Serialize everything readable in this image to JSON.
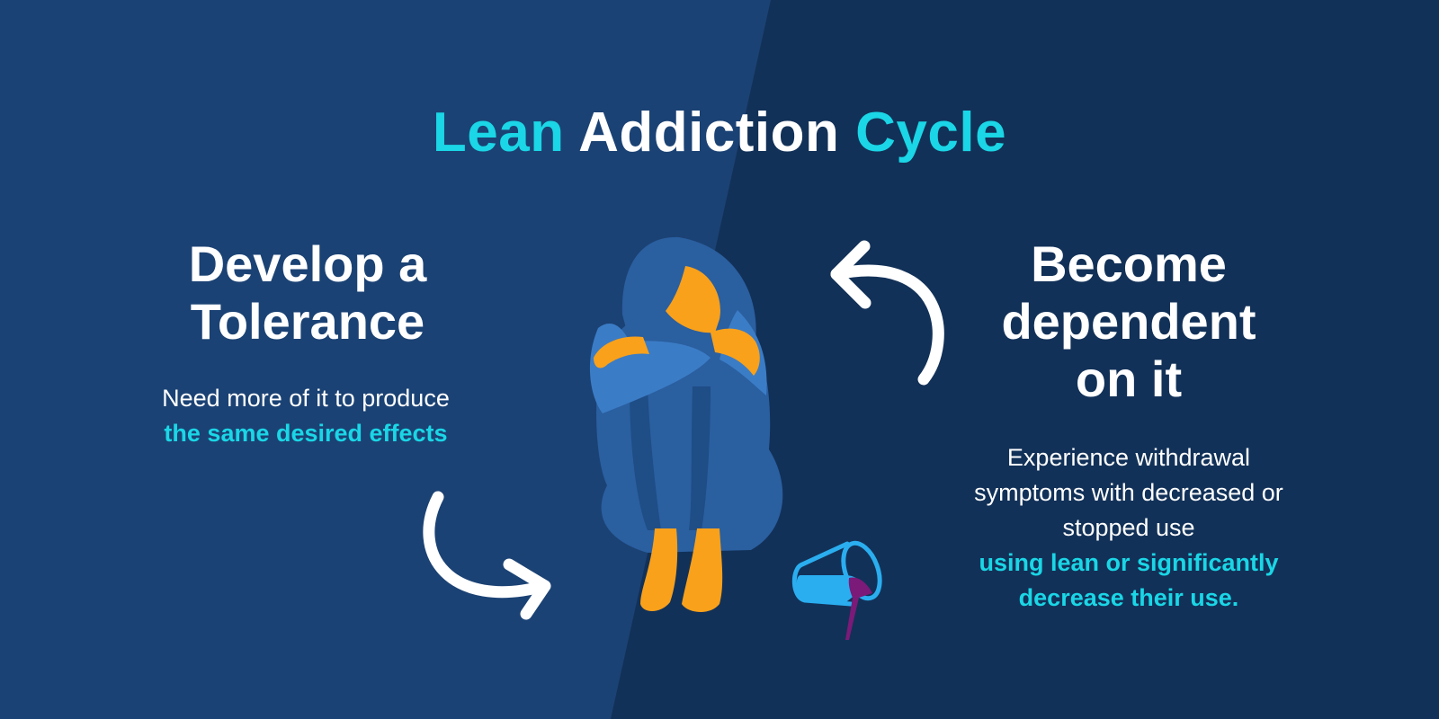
{
  "title": {
    "word1": "Lean",
    "word2": "Addiction",
    "word3": "Cycle"
  },
  "left_block": {
    "heading_line1": "Develop a",
    "heading_line2": "Tolerance",
    "body": "Need more of it to produce",
    "body_accent": "the same desired effects"
  },
  "right_block": {
    "heading_line1": "Become",
    "heading_line2": "dependent",
    "heading_line3": "on it",
    "body_line1": "Experience withdrawal",
    "body_line2": "symptoms with decreased or",
    "body_line3": "stopped use",
    "body_accent_line1": "using lean or significantly",
    "body_accent_line2": "decrease their use."
  },
  "icons": {
    "arrow_left": "curved-arrow-down-right-icon",
    "arrow_right": "curved-arrow-up-left-icon",
    "figure": "sitting-person-hugging-knees-illustration",
    "cup": "spilling-cup-icon"
  },
  "colors": {
    "background_left": "#1b4274",
    "background_right": "#123158",
    "accent_cyan": "#1ad6e6",
    "text_white": "#ffffff",
    "figure_body": "#2a5fa0",
    "figure_highlight": "#3b7cc6",
    "figure_skin": "#f9a11b",
    "cup_blue": "#2aaef0",
    "liquid_purple": "#7b1a78"
  }
}
